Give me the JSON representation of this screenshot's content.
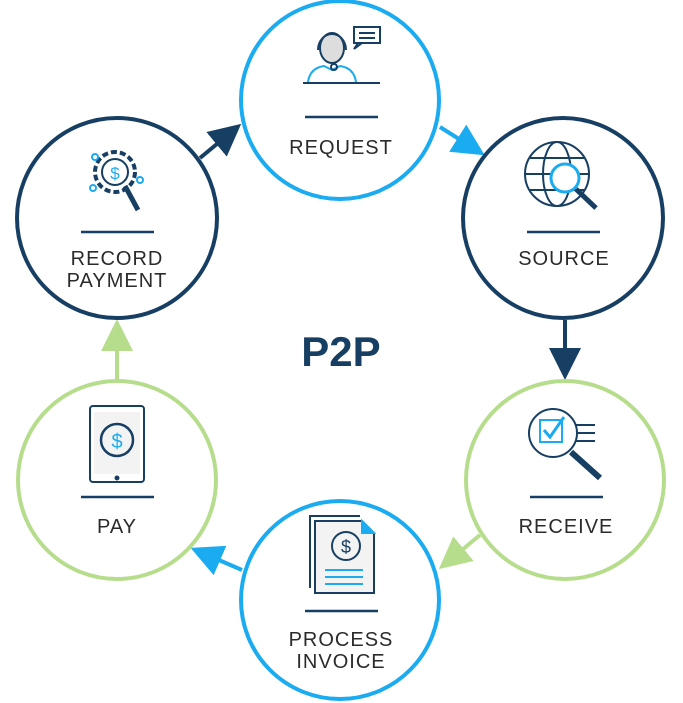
{
  "title": "P2P",
  "colors": {
    "navy": "#173f63",
    "blue": "#1aabf0",
    "green": "#b6dd8c"
  },
  "steps": [
    {
      "line1": "REQUEST",
      "line2": "",
      "icon": "customer-support-icon"
    },
    {
      "line1": "SOURCE",
      "line2": "",
      "icon": "globe-search-icon"
    },
    {
      "line1": "RECEIVE",
      "line2": "",
      "icon": "checklist-magnifier-icon"
    },
    {
      "line1": "PROCESS",
      "line2": "INVOICE",
      "icon": "invoice-dollar-icon"
    },
    {
      "line1": "PAY",
      "line2": "",
      "icon": "tablet-dollar-icon"
    },
    {
      "line1": "RECORD",
      "line2": "PAYMENT",
      "icon": "gear-dollar-search-icon"
    }
  ]
}
